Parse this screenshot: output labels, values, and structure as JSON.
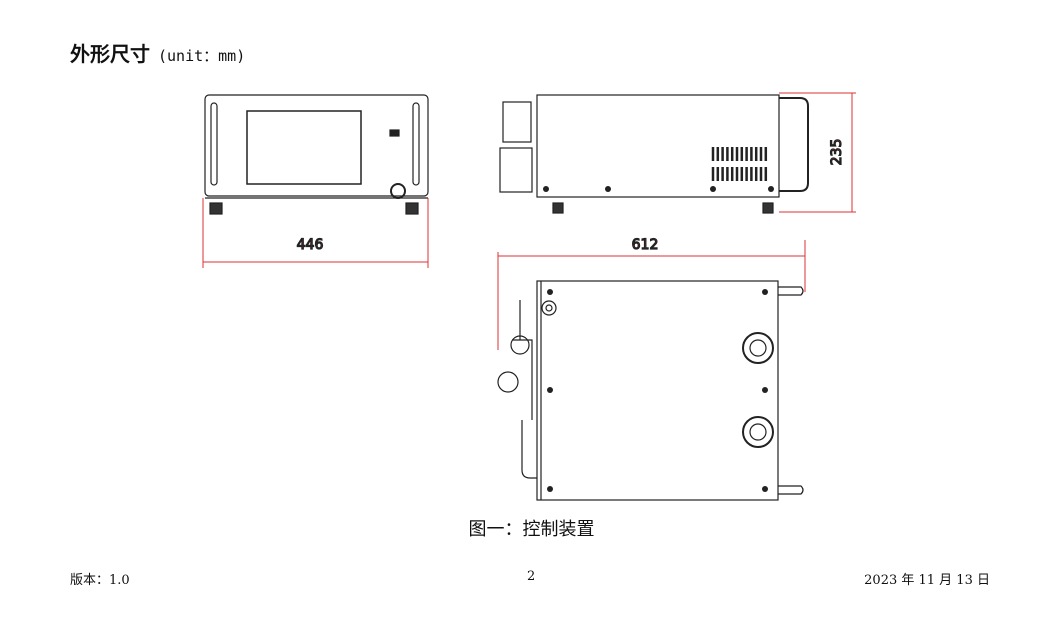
{
  "heading": {
    "title": "外形尺寸",
    "unit": "(unit：mm)"
  },
  "figure": {
    "dimensions": {
      "width": "446",
      "length": "612",
      "height": "235"
    },
    "caption": "图一：控制装置",
    "dimension_color": "#dd3333"
  },
  "footer": {
    "version": "版本：1.0",
    "page": "2",
    "date": "2023 年 11 月 13 日"
  }
}
